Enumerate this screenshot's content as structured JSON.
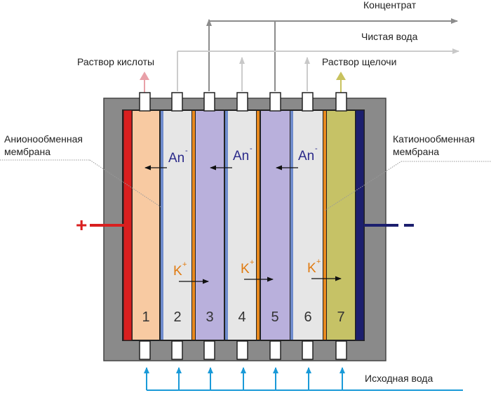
{
  "labels": {
    "concentrate": "Концентрат",
    "clean_water": "Чистая вода",
    "acid_solution": "Раствор кислоты",
    "alkali_solution": "Раствор щелочи",
    "anion_membrane_line1": "Анионообменная",
    "anion_membrane_line2": "мембрана",
    "cation_membrane_line1": "Катионообменная",
    "cation_membrane_line2": "мембрана",
    "source_water": "Исходная вода",
    "plus": "+",
    "minus": "–"
  },
  "ions": {
    "anion": "An",
    "anion_charge": "-",
    "cation": "K",
    "cation_charge": "+"
  },
  "chambers": [
    "1",
    "2",
    "3",
    "4",
    "5",
    "6",
    "7"
  ],
  "colors": {
    "frame": "#8a8a8a",
    "acid_chamber": "#f8caa2",
    "dilute_chamber": "#e6e6e6",
    "concentrate_chamber": "#b9b0dc",
    "alkali_chamber": "#c6c266",
    "anion_membrane": "#6f8ccd",
    "cation_membrane": "#e8891e",
    "anode": "#d91f1f",
    "cathode": "#1c1f6e",
    "water_in": "#1a9ad8",
    "anion_text": "#2b2a8a",
    "cation_text": "#e07a10"
  }
}
